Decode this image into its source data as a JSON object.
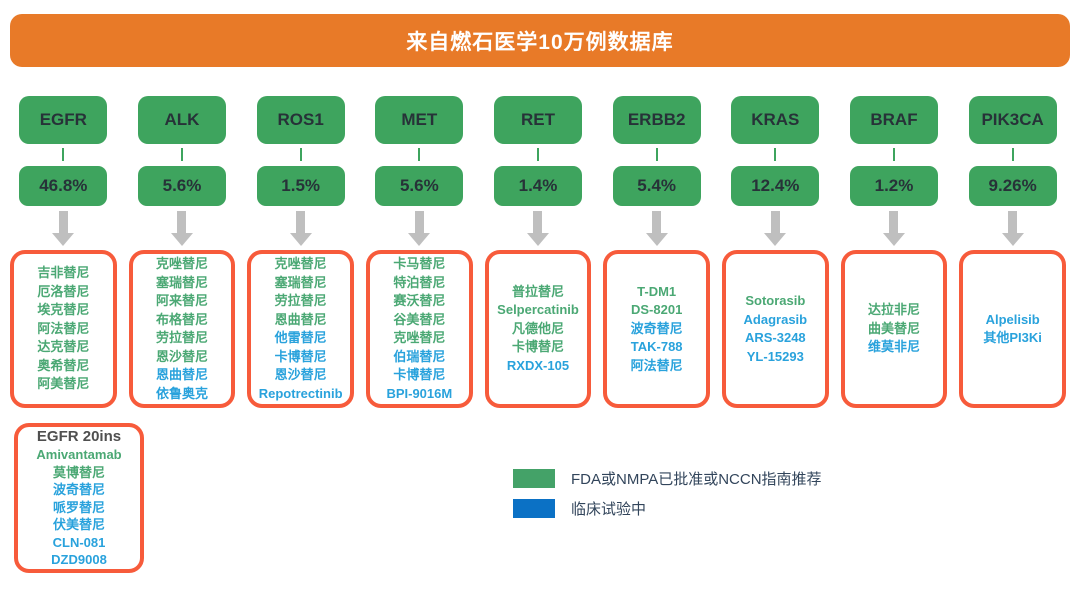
{
  "title": "来自燃石医学10万例数据库",
  "colors": {
    "banner_orange": "#E87A28",
    "gene_box_green": "#3EA45E",
    "drug_border_red": "#F75B3B",
    "approved_text_green": "#4BA874",
    "trial_text_blue": "#29A2DC",
    "legend_green": "#44A268",
    "legend_blue": "#0B71C5",
    "arrow_gray": "#BFBFBF"
  },
  "genes": [
    {
      "name": "EGFR",
      "pct": "46.8%",
      "drugs": [
        {
          "label": "吉非替尼",
          "status": "approved"
        },
        {
          "label": "厄洛替尼",
          "status": "approved"
        },
        {
          "label": "埃克替尼",
          "status": "approved"
        },
        {
          "label": "阿法替尼",
          "status": "approved"
        },
        {
          "label": "达克替尼",
          "status": "approved"
        },
        {
          "label": "奥希替尼",
          "status": "approved"
        },
        {
          "label": "阿美替尼",
          "status": "approved"
        }
      ]
    },
    {
      "name": "ALK",
      "pct": "5.6%",
      "drugs": [
        {
          "label": "克唑替尼",
          "status": "approved"
        },
        {
          "label": "塞瑞替尼",
          "status": "approved"
        },
        {
          "label": "阿来替尼",
          "status": "approved"
        },
        {
          "label": "布格替尼",
          "status": "approved"
        },
        {
          "label": "劳拉替尼",
          "status": "approved"
        },
        {
          "label": "恩沙替尼",
          "status": "approved"
        },
        {
          "label": "恩曲替尼",
          "status": "trial"
        },
        {
          "label": "依鲁奥克",
          "status": "trial"
        }
      ]
    },
    {
      "name": "ROS1",
      "pct": "1.5%",
      "drugs": [
        {
          "label": "克唑替尼",
          "status": "approved"
        },
        {
          "label": "塞瑞替尼",
          "status": "approved"
        },
        {
          "label": "劳拉替尼",
          "status": "approved"
        },
        {
          "label": "恩曲替尼",
          "status": "approved"
        },
        {
          "label": "他雷替尼",
          "status": "trial"
        },
        {
          "label": "卡博替尼",
          "status": "trial"
        },
        {
          "label": "恩沙替尼",
          "status": "trial"
        },
        {
          "label": "Repotrectinib",
          "status": "trial"
        }
      ]
    },
    {
      "name": "MET",
      "pct": "5.6%",
      "drugs": [
        {
          "label": "卡马替尼",
          "status": "approved"
        },
        {
          "label": "特泊替尼",
          "status": "approved"
        },
        {
          "label": "赛沃替尼",
          "status": "approved"
        },
        {
          "label": "谷美替尼",
          "status": "approved"
        },
        {
          "label": "克唑替尼",
          "status": "approved"
        },
        {
          "label": "伯瑞替尼",
          "status": "trial"
        },
        {
          "label": "卡博替尼",
          "status": "trial"
        },
        {
          "label": "BPI-9016M",
          "status": "trial"
        }
      ]
    },
    {
      "name": "RET",
      "pct": "1.4%",
      "drugs": [
        {
          "label": "普拉替尼",
          "status": "approved"
        },
        {
          "label": "Selpercatinib",
          "status": "approved"
        },
        {
          "label": "凡德他尼",
          "status": "approved"
        },
        {
          "label": "卡博替尼",
          "status": "approved"
        },
        {
          "label": "RXDX-105",
          "status": "trial"
        }
      ]
    },
    {
      "name": "ERBB2",
      "pct": "5.4%",
      "drugs": [
        {
          "label": "T-DM1",
          "status": "approved"
        },
        {
          "label": "DS-8201",
          "status": "approved"
        },
        {
          "label": "波奇替尼",
          "status": "trial"
        },
        {
          "label": "TAK-788",
          "status": "trial"
        },
        {
          "label": "阿法替尼",
          "status": "trial"
        }
      ]
    },
    {
      "name": "KRAS",
      "pct": "12.4%",
      "drugs": [
        {
          "label": "Sotorasib",
          "status": "approved"
        },
        {
          "label": "Adagrasib",
          "status": "trial"
        },
        {
          "label": "ARS-3248",
          "status": "trial"
        },
        {
          "label": "YL-15293",
          "status": "trial"
        }
      ]
    },
    {
      "name": "BRAF",
      "pct": "1.2%",
      "drugs": [
        {
          "label": "达拉非尼",
          "status": "approved"
        },
        {
          "label": "曲美替尼",
          "status": "approved"
        },
        {
          "label": "维莫非尼",
          "status": "trial"
        }
      ]
    },
    {
      "name": "PIK3CA",
      "pct": "9.26%",
      "drugs": [
        {
          "label": "Alpelisib",
          "status": "trial"
        },
        {
          "label": "其他PI3Ki",
          "status": "trial"
        }
      ]
    }
  ],
  "extra_box": {
    "title": "EGFR 20ins",
    "drugs": [
      {
        "label": "Amivantamab",
        "status": "approved"
      },
      {
        "label": "莫博替尼",
        "status": "approved"
      },
      {
        "label": "波奇替尼",
        "status": "trial"
      },
      {
        "label": "哌罗替尼",
        "status": "trial"
      },
      {
        "label": "伏美替尼",
        "status": "trial"
      },
      {
        "label": "CLN-081",
        "status": "trial"
      },
      {
        "label": "DZD9008",
        "status": "trial"
      }
    ]
  },
  "legend": {
    "items": [
      {
        "swatch": "green",
        "label": "FDA或NMPA已批准或NCCN指南推荐"
      },
      {
        "swatch": "blue",
        "label": "临床试验中"
      }
    ]
  }
}
